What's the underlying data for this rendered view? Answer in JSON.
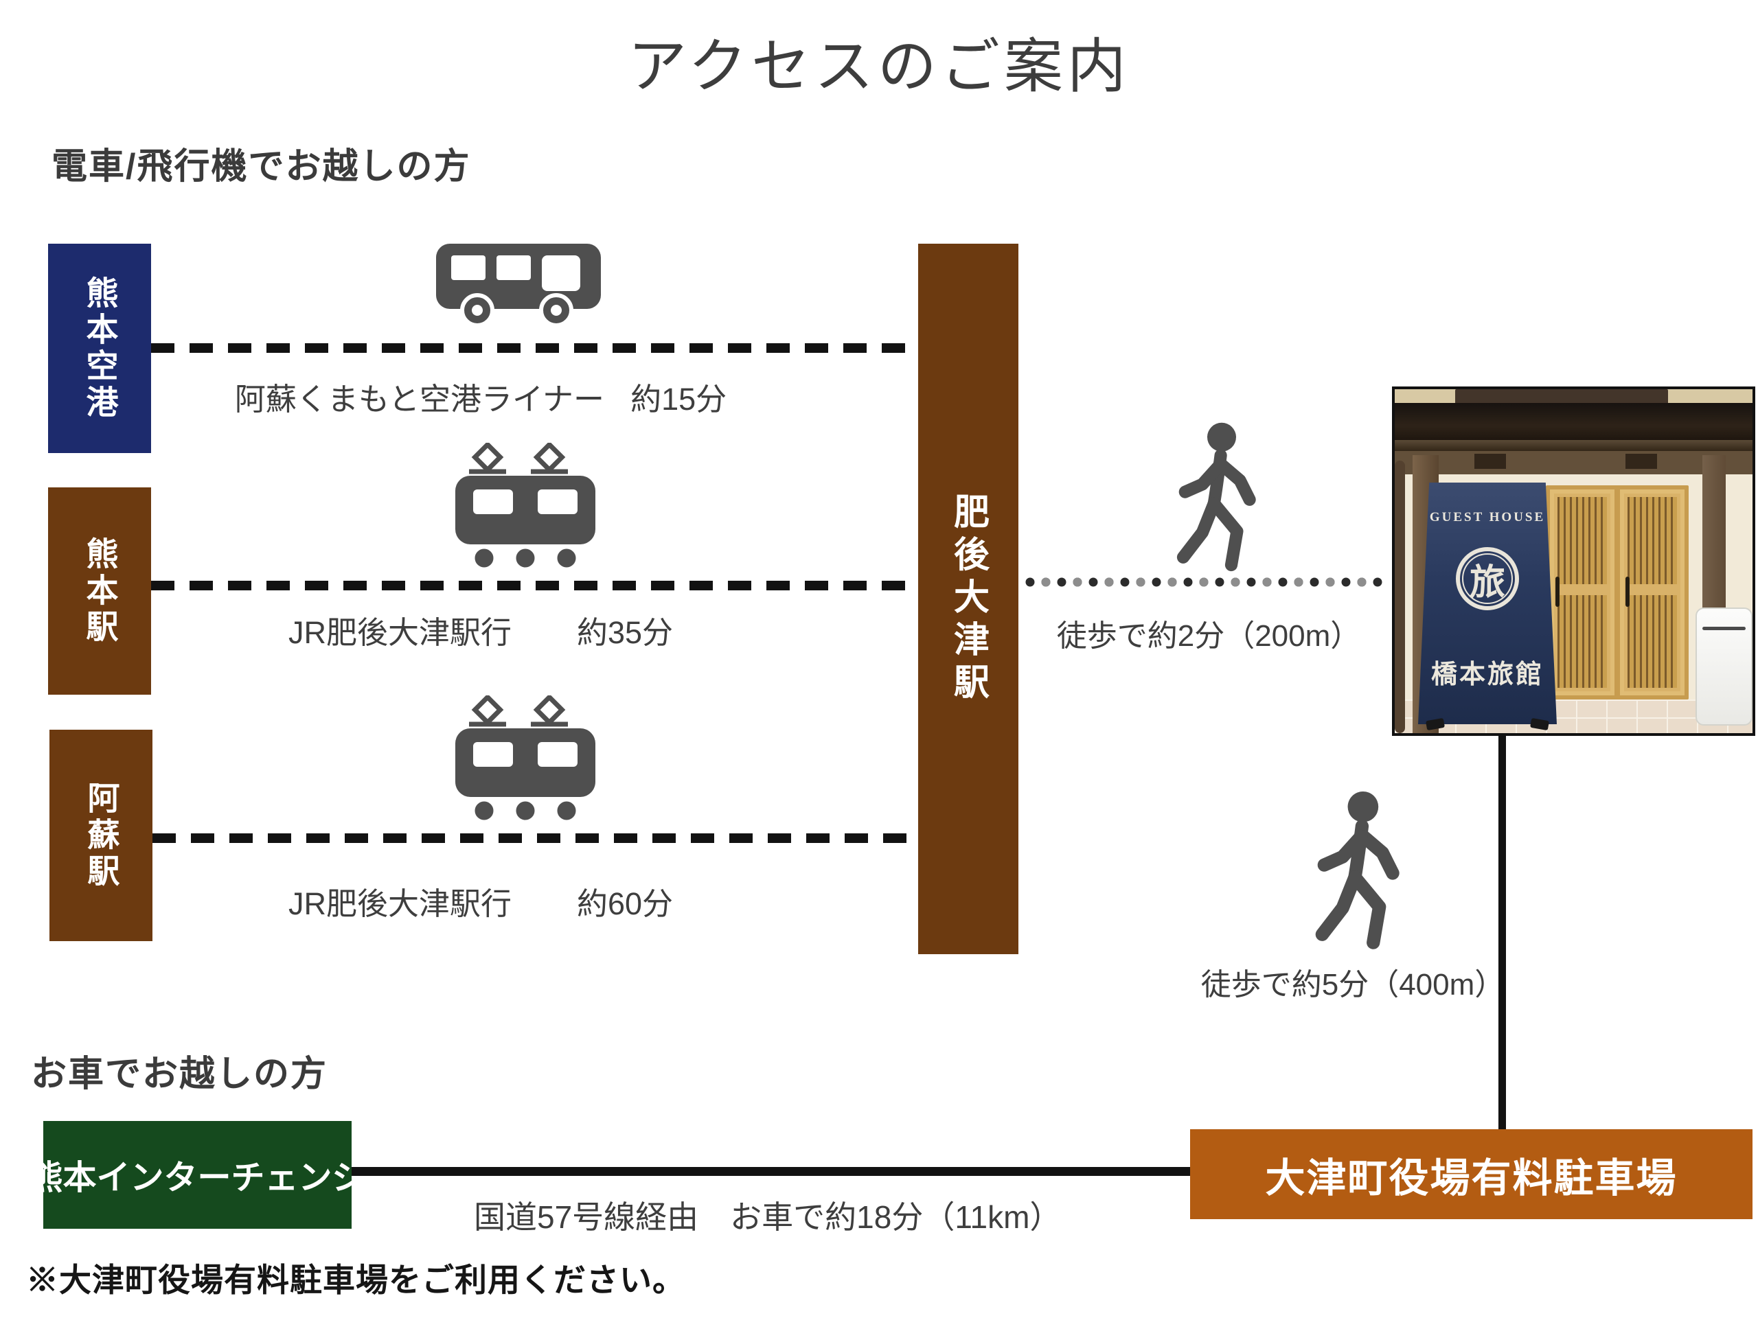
{
  "title": "アクセスのご案内",
  "train_section": {
    "heading": "電車/飛行機でお越しの方",
    "hub_station": "肥後大津駅",
    "routes": [
      {
        "origin": "熊本空港",
        "line": "阿蘇くまもと空港ライナー",
        "duration": "約15分",
        "mode": "bus"
      },
      {
        "origin": "熊本駅",
        "line": "JR肥後大津駅行",
        "duration": "約35分",
        "mode": "train"
      },
      {
        "origin": "阿蘇駅",
        "line": "JR肥後大津駅行",
        "duration": "約60分",
        "mode": "train"
      }
    ],
    "walk_to_guesthouse": "徒歩で約2分（200m）",
    "walk_to_parking": "徒歩で約5分（400m）"
  },
  "car_section": {
    "heading": "お車でお越しの方",
    "origin": "熊本インターチェンジ",
    "route": "国道57号線経由　お車で約18分（11km）",
    "destination": "大津町役場有料駐車場"
  },
  "footnote": "※大津町役場有料駐車場をご利用ください。",
  "photo": {
    "sign_top": "GUEST HOUSE",
    "logo_kanji": "旅",
    "inn_name": "橋本旅館"
  },
  "colors": {
    "navy": "#1d2b6d",
    "brown": "#6c3a10",
    "green": "#154a1e",
    "orange": "#b35c12",
    "line": "#121212",
    "icon": "#4f4f4f",
    "text": "#3c3c3c",
    "banner": "#2a3a5e"
  }
}
